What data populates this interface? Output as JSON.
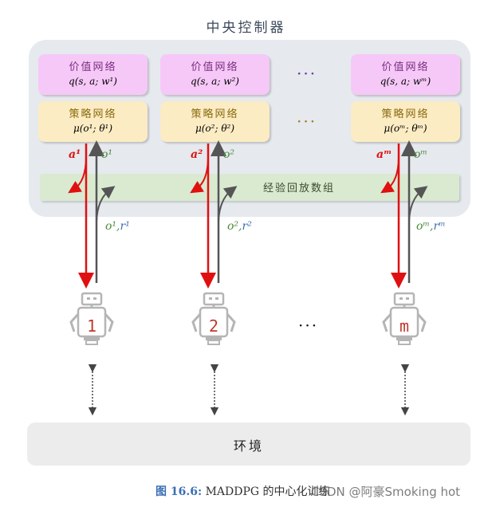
{
  "title": "中央控制器",
  "agents": [
    {
      "value_label": "价值网络",
      "value_formula": "q(s, a; w¹)",
      "policy_label": "策略网络",
      "policy_formula": "μ(o¹; θ¹)",
      "action": "a¹",
      "obs": "o¹",
      "obs_reward_o": "o¹,",
      "obs_reward_r": "r¹",
      "robot_id": "1"
    },
    {
      "value_label": "价值网络",
      "value_formula": "q(s, a; w²)",
      "policy_label": "策略网络",
      "policy_formula": "μ(o²; θ²)",
      "action": "a²",
      "obs": "o²",
      "obs_reward_o": "o²,",
      "obs_reward_r": "r²",
      "robot_id": "2"
    },
    {
      "value_label": "价值网络",
      "value_formula": "q(s, a; wᵐ)",
      "policy_label": "策略网络",
      "policy_formula": "μ(oᵐ; θᵐ)",
      "action": "aᵐ",
      "obs": "oᵐ",
      "obs_reward_o": "oᵐ,",
      "obs_reward_r": "rᵐ",
      "robot_id": "m"
    }
  ],
  "ellipsis": "···",
  "robot_ellipsis": "···",
  "replay_buffer": "经验回放数组",
  "environment": "环境",
  "caption_fig": "图 16.6:",
  "caption_text": "MADDPG 的中心化训练",
  "watermark": "CSDN @阿豪Smoking hot",
  "colors": {
    "value_box": "#f6c8f8",
    "policy_box": "#fcecc3",
    "buffer": "#d9ead1",
    "action_arrow": "#e01010",
    "obs_arrow": "#555555",
    "obs_text": "#4a8a3a",
    "reward_text": "#3b6fb3",
    "robot": "#b5b5b5"
  }
}
